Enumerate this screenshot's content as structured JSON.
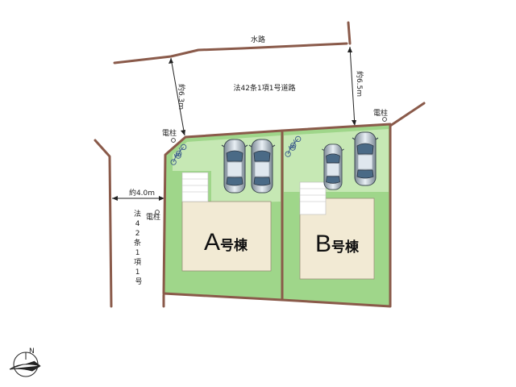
{
  "waterway_label": "水路",
  "north_road_label": "法42条1項1号道路",
  "north_width_left": "約6.3m",
  "north_width_right": "約6.5m",
  "utility_pole_label": "電柱",
  "west_road_width": "約4.0m",
  "west_road_label": "法42条1項1号道路",
  "building_a": {
    "letter": "A",
    "suffix": "号棟"
  },
  "building_b": {
    "letter": "B",
    "suffix": "号棟"
  },
  "compass_letter": "N",
  "colors": {
    "lot_green": "#9fd68a",
    "lot_green_light": "#c6e8b4",
    "building": "#f2ead4",
    "boundary": "#8a5a4a"
  }
}
